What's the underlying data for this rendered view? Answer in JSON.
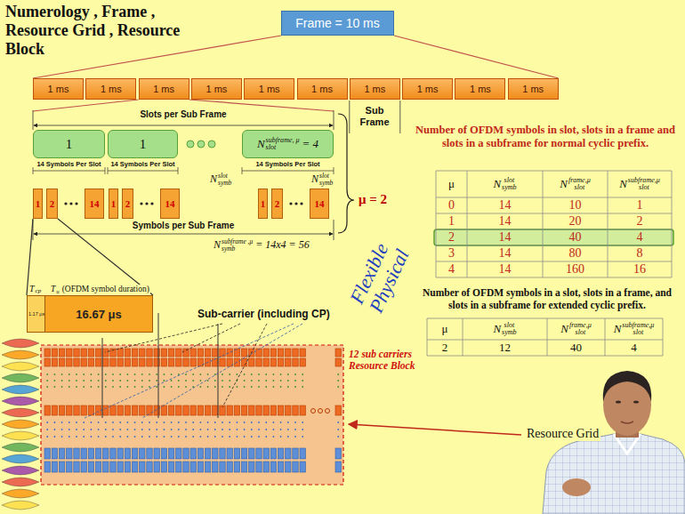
{
  "diagram": {
    "title": "Numerology , Frame , Resource Grid , Resource Block",
    "nodes": [
      {
        "text": [
          "Frame = 10 ms"
        ]
      },
      {
        "text": [
          "1 ms"
        ]
      },
      {
        "text": [
          "1 ms"
        ]
      },
      {
        "text": [
          "1 ms"
        ]
      },
      {
        "text": [
          "1 ms"
        ]
      },
      {
        "text": [
          "1 ms"
        ]
      },
      {
        "text": [
          "1 ms"
        ]
      },
      {
        "text": [
          "1 ms"
        ]
      },
      {
        "text": [
          "1 ms"
        ]
      },
      {
        "text": [
          "1 ms"
        ]
      },
      {
        "text": [
          "1 ms"
        ]
      },
      {
        "text": [
          "1"
        ]
      },
      {
        "text": [
          "1"
        ]
      },
      {
        "text": [
          "N",
          "subframe, μ",
          "slot",
          "= 4"
        ]
      },
      {
        "text": [
          "1"
        ]
      },
      {
        "text": [
          "2"
        ]
      },
      {
        "text": [
          "14"
        ]
      },
      {
        "text": [
          "1"
        ]
      },
      {
        "text": [
          "2"
        ]
      },
      {
        "text": [
          "14"
        ]
      },
      {
        "text": [
          "1"
        ]
      },
      {
        "text": [
          "2"
        ]
      },
      {
        "text": [
          "14"
        ]
      },
      {
        "text": [
          "T",
          "cp",
          "1.17 μs"
        ]
      },
      {
        "text": [
          "T",
          "u",
          "(OFDM symbol duration)",
          "16.67 μs"
        ]
      }
    ],
    "edges": [
      {
        "from": 0,
        "to": 1,
        "arrow": "none"
      },
      {
        "from": 0,
        "to": 10,
        "arrow": "none"
      },
      {
        "from": 14,
        "to": 23,
        "arrow": "none"
      },
      {
        "from": 15,
        "to": 24,
        "arrow": "none"
      }
    ],
    "labels": [
      "Sub Frame",
      "Slots per Sub Frame",
      "14 Symbols Per Slot",
      "14 Symbols Per Slot",
      "14 Symbols Per Slot",
      "N",
      "slot",
      "symb",
      "N",
      "slot",
      "symb",
      "μ = 2",
      "Symbols per Sub Frame",
      "N",
      "subframe ,μ",
      "symb",
      "= 14x4 = 56",
      "Sub-carrier (including CP)",
      "12 sub carriers Resource Block",
      "Resource Grid",
      "Flexible Physical",
      "Number of OFDM symbols in slot, slots in a frame and slots in a subframe for normal cyclic prefix.",
      "μ",
      "N",
      "slot",
      "symb",
      "N",
      "frame,μ",
      "slot",
      "N",
      "subframe,μ",
      "slot",
      "0",
      "14",
      "10",
      "1",
      "1",
      "14",
      "20",
      "2",
      "2",
      "14",
      "40",
      "4",
      "3",
      "14",
      "80",
      "8",
      "4",
      "14",
      "160",
      "16",
      "Number of OFDM symbols in a slot, slots in a frame, and slots in a subframe for extended cyclic prefix.",
      "μ",
      "N",
      "slot",
      "symb",
      "N",
      "frame,μ",
      "slot",
      "N",
      "subframe,μ",
      "slot",
      "2",
      "12",
      "40",
      "4"
    ]
  }
}
